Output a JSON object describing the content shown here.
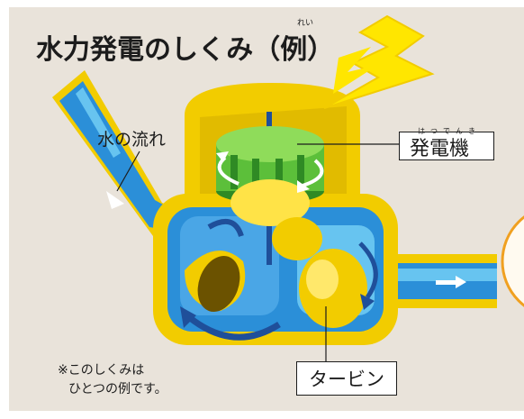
{
  "title": "水力発電のしくみ（例）",
  "title_ruby": "れい",
  "labels": {
    "water_flow": "水の流れ",
    "generator": "発電機",
    "generator_ruby": "はつでんき",
    "turbine": "タービン"
  },
  "note": {
    "line1": "※このしくみは",
    "line2": "ひとつの例です。"
  },
  "colors": {
    "background": "#e9e3da",
    "pipe_water": "#2b8fd8",
    "housing": "#f2cc00",
    "generator": "#5cbf3a",
    "lightning": "#ffe600",
    "accent_orange": "#f0a020"
  }
}
